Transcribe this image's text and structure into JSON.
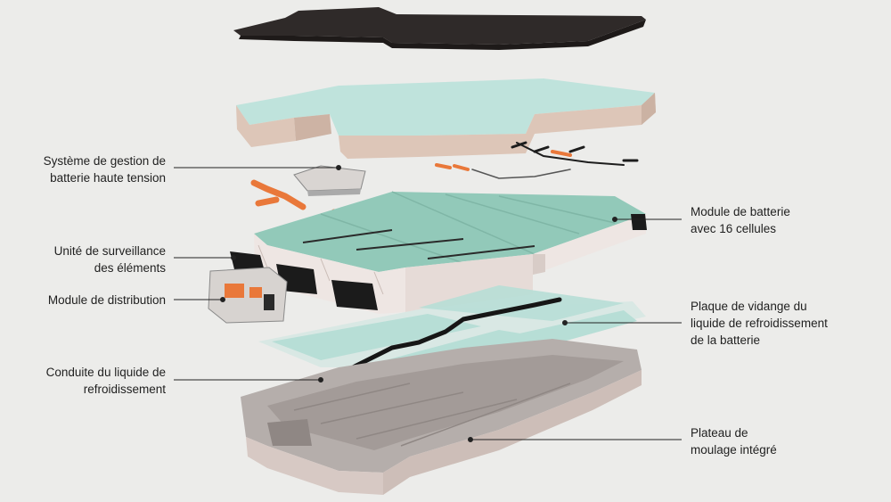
{
  "labels": {
    "bms": [
      "Système de gestion de",
      "batterie haute tension"
    ],
    "cell_monitor": [
      "Unité de surveillance",
      "des éléments"
    ],
    "distribution": [
      "Module de distribution"
    ],
    "coolant_line": [
      "Conduite du liquide de",
      "refroidissement"
    ],
    "battery_module": [
      "Module de batterie",
      "avec 16 cellules"
    ],
    "drain_plate": [
      "Plaque de vidange du",
      "liquide de refroidissement",
      "de la batterie"
    ],
    "tray": [
      "Plateau de",
      "moulage intégré"
    ]
  },
  "colors": {
    "background": "#ececea",
    "cover": "#2f2a29",
    "foam_top": "#bfe3dc",
    "foam_side": "#ddc6b8",
    "module_top": "#92c9b9",
    "module_side": "#eee6e3",
    "wiring": "#e9783a",
    "cooling_plate": "#b7ded6",
    "tray": "#b5aeab",
    "leader": "#222222"
  }
}
